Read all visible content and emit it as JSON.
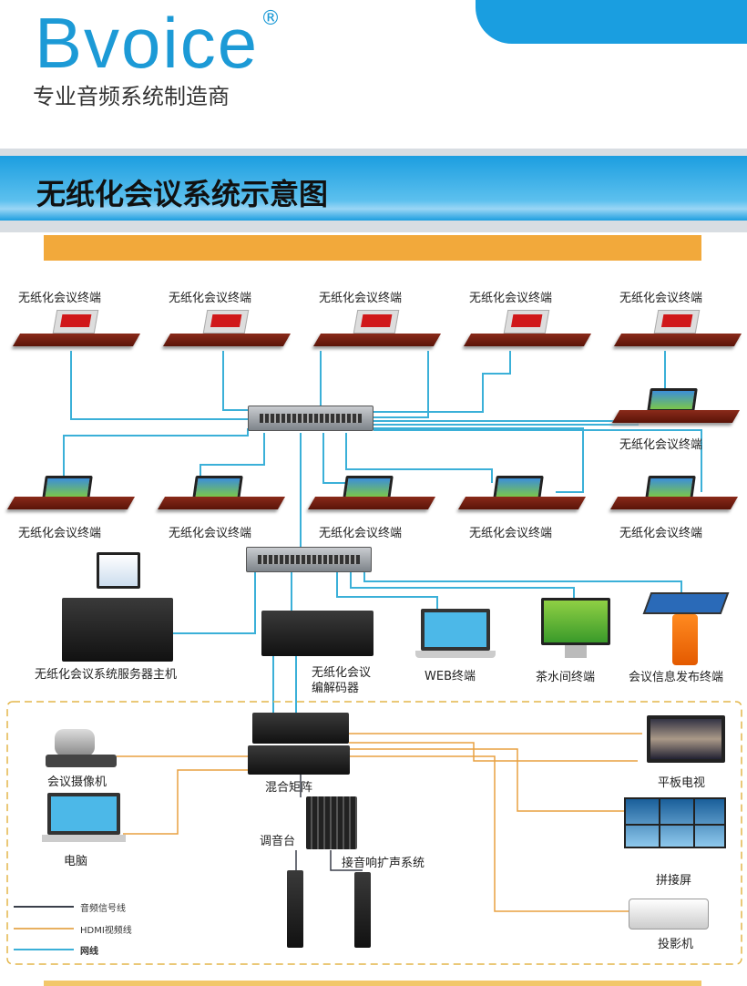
{
  "brand": {
    "logo": "Bvoice",
    "registered": "®",
    "tagline": "专业音频系统制造商"
  },
  "title": "无纸化会议系统示意图",
  "terminals": {
    "top": [
      "无纸化会议终端",
      "无纸化会议终端",
      "无纸化会议终端",
      "无纸化会议终端",
      "无纸化会议终端"
    ],
    "right": "无纸化会议终端",
    "middle": [
      "无纸化会议终端",
      "无纸化会议终端",
      "无纸化会议终端",
      "无纸化会议终端",
      "无纸化会议终端"
    ]
  },
  "devices": {
    "server": "无纸化会议系统服务器主机",
    "codec_line1": "无纸化会议",
    "codec_line2": "编解码器",
    "web": "WEB终端",
    "tea": "茶水间终端",
    "info": "会议信息发布终端",
    "matrix": "混合矩阵",
    "camera": "会议摄像机",
    "pc": "电脑",
    "mixer": "调音台",
    "sound": "接音响扩声系统",
    "tv": "平板电视",
    "wall": "拼接屏",
    "projector": "投影机"
  },
  "legend": [
    {
      "label": "音频信号线",
      "color": "#3a3f4a"
    },
    {
      "label": "HDMI视频线",
      "color": "#e8b060"
    },
    {
      "label": "网线",
      "color": "#3bb0d8"
    }
  ],
  "colors": {
    "accent": "#1c9ad6",
    "orange": "#f2a93b",
    "network": "#3bb0d8",
    "hdmi": "#e8a040"
  }
}
